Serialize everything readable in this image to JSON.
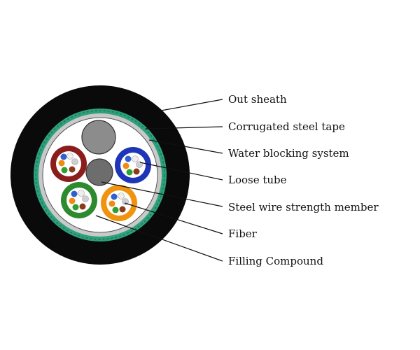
{
  "colors": {
    "out_sheath": "#0a0a0a",
    "steel_tape": "#2fa07c",
    "water_blocking": "#c9c9c9",
    "core_background": "#ffffff",
    "strength_member": "#6d6d6d",
    "filler_rod": "#8c8c8c",
    "tube_red": "#8b1c1c",
    "tube_blue": "#1f35b8",
    "tube_green": "#2e8a2e",
    "tube_orange": "#f09410"
  },
  "fiber_colors": [
    "#2f5fd0",
    "#f08a10",
    "#2ea02e",
    "#8b3a1a",
    "#cfcfcf",
    "#ffffff"
  ],
  "labels": {
    "out_sheath": "Out sheath",
    "corrugated_steel_tape": "Corrugated steel tape",
    "water_blocking_system": "Water blocking system",
    "loose_tube": "Loose tube",
    "steel_wire_strength_member": "Steel wire strength member",
    "fiber": "Fiber",
    "filling_compound": "Filling Compound"
  }
}
